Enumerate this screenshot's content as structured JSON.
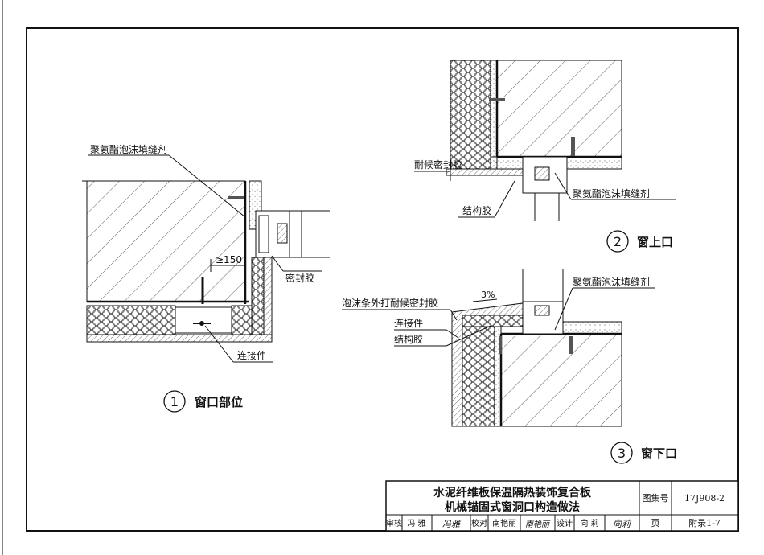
{
  "detail1": {
    "number": "1",
    "title": "窗口部位",
    "labels": {
      "foam_filler": "聚氨酯泡沫填缝剂",
      "dimension": "≥150",
      "sealant": "密封胶",
      "connector": "连接件"
    }
  },
  "detail2": {
    "number": "2",
    "title": "窗上口",
    "labels": {
      "weather_sealant": "耐候密封胶",
      "foam_filler": "聚氨酯泡沫填缝剂",
      "structural_adhesive": "结构胶"
    }
  },
  "detail3": {
    "number": "3",
    "title": "窗下口",
    "labels": {
      "slope": "3%",
      "foam_strip_sealant": "泡沫条外打耐候密封胶",
      "foam_filler": "聚氨酯泡沫填缝剂",
      "connector": "连接件",
      "structural_adhesive": "结构胶"
    }
  },
  "title_block": {
    "title_line1": "水泥纤维板保温隔热装饰复合板",
    "title_line2": "机械锚固式窗洞口构造做法",
    "atlas_label": "图集号",
    "atlas_number": "17J908-2",
    "review_label": "审核",
    "reviewer": "冯 雅",
    "reviewer_signature": "冯雅",
    "check_label": "校对",
    "checker": "南艳丽",
    "checker_signature": "南艳丽",
    "design_label": "设计",
    "designer": "向 莉",
    "designer_signature": "向莉",
    "page_label": "页",
    "page_number": "附录1-7"
  }
}
